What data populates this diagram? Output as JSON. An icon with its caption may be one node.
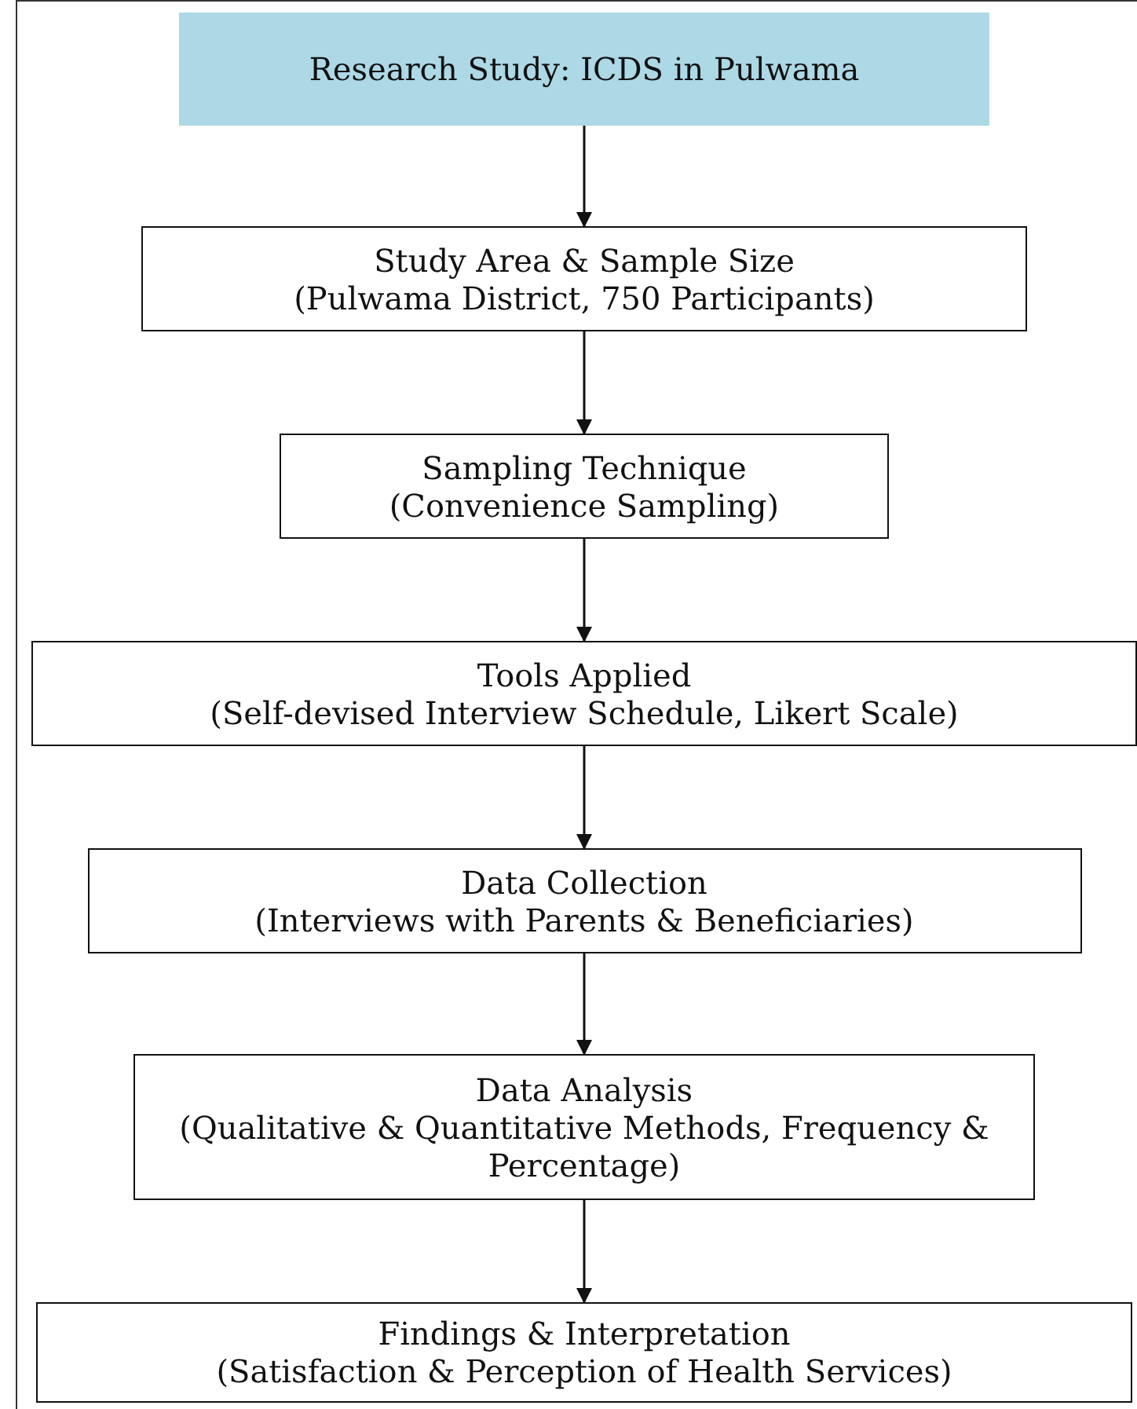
{
  "diagram": {
    "nodes": [
      {
        "text": [
          "Research Study: ICDS in Pulwama"
        ]
      },
      {
        "text": [
          "Study Area & Sample Size",
          "(Pulwama District, 750 Participants)"
        ]
      },
      {
        "text": [
          "Sampling Technique",
          "(Convenience Sampling)"
        ]
      },
      {
        "text": [
          "Tools Applied",
          "(Self-devised Interview Schedule, Likert Scale)"
        ]
      },
      {
        "text": [
          "Data Collection",
          "(Interviews with Parents & Beneficiaries)"
        ]
      },
      {
        "text": [
          "Data Analysis",
          "(Qualitative & Quantitative Methods, Frequency & Percentage)"
        ]
      },
      {
        "text": [
          "Findings & Interpretation",
          "(Satisfaction & Perception of Health Services)"
        ]
      }
    ],
    "edges": [
      {
        "from": 0,
        "to": 1,
        "arrow": "to"
      },
      {
        "from": 1,
        "to": 2,
        "arrow": "to"
      },
      {
        "from": 2,
        "to": 3,
        "arrow": "to"
      },
      {
        "from": 3,
        "to": 4,
        "arrow": "to"
      },
      {
        "from": 4,
        "to": 5,
        "arrow": "to"
      },
      {
        "from": 5,
        "to": 6,
        "arrow": "to"
      }
    ]
  }
}
